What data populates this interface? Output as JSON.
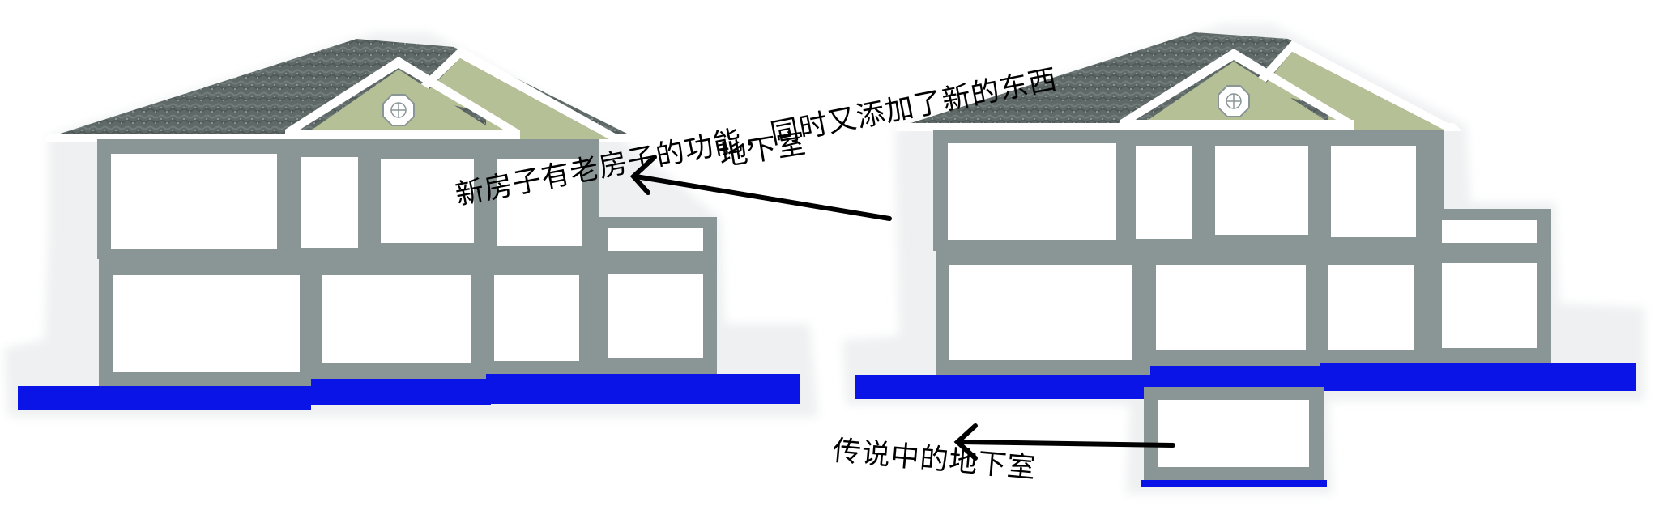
{
  "annotations": {
    "new_house_line1": "新房子有老房子的功能，同时又添加了新的东西",
    "new_house_line2": "地下室",
    "legend_basement": "传说中的地下室"
  },
  "colors": {
    "wall": "#8a9596",
    "room": "#ffffff",
    "ground": "#0a14e6",
    "roof_dark": "#5f6a68",
    "gable": "#b6c096",
    "trim": "#ffffff",
    "halo": "#eef0f1",
    "arrow": "#000000"
  }
}
